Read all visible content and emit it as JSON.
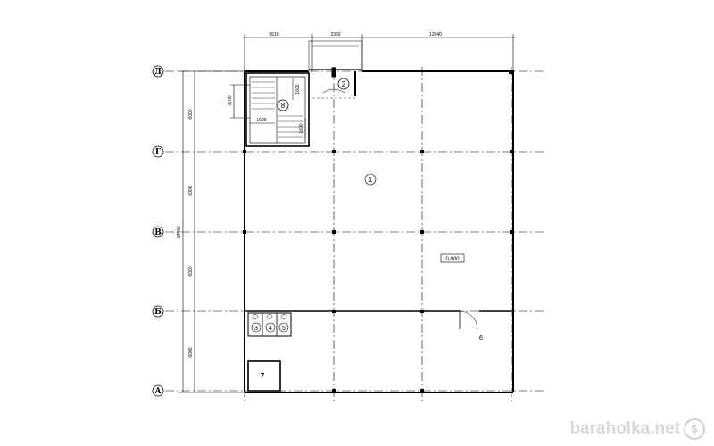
{
  "axes_rows": [
    {
      "id": "row-d",
      "label": "Д"
    },
    {
      "id": "row-g",
      "label": "Г"
    },
    {
      "id": "row-v1",
      "label": "В"
    },
    {
      "id": "row-b",
      "label": "Б"
    },
    {
      "id": "row-a",
      "label": "А"
    }
  ],
  "dimensions": {
    "top": [
      "5610",
      "2360",
      "12040"
    ],
    "left_sections": [
      "6000",
      "6000",
      "6000",
      "6000"
    ],
    "left_total": "24000",
    "stair_width": "3700",
    "stair_w1": "1600",
    "stair_w2": "1600",
    "stair_w3": "1600"
  },
  "rooms": {
    "r1": "1",
    "r2": "2",
    "r3": "3",
    "r4": "4",
    "r5": "5",
    "r6": "6",
    "r7": "7",
    "r8": "8"
  },
  "level_mark": "0,000",
  "watermark": {
    "text": "baraholka.net",
    "badge": "$"
  }
}
